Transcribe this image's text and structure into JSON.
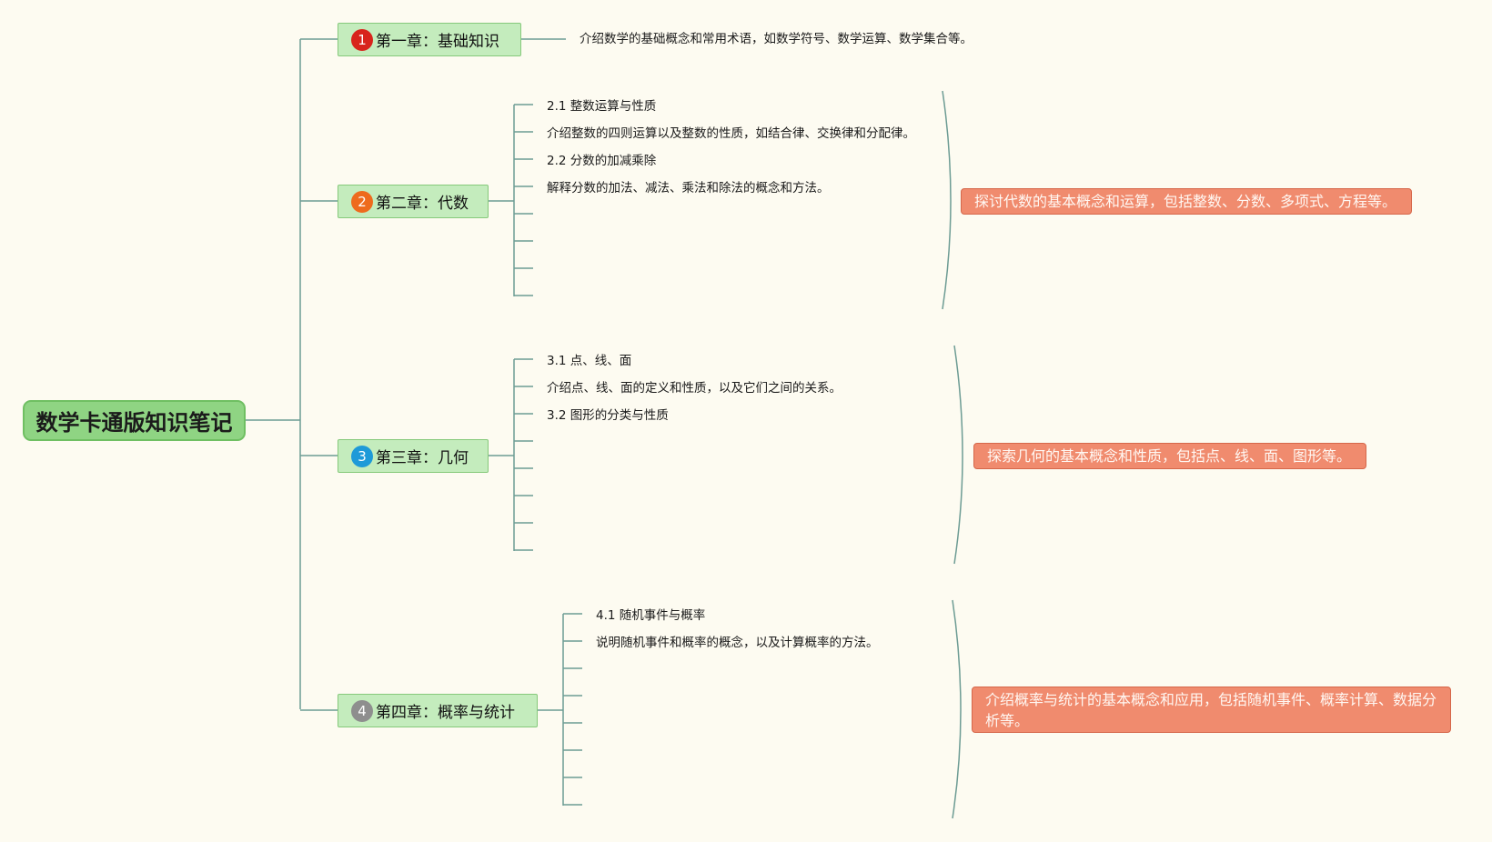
{
  "root": {
    "title": "数学卡通版知识笔记"
  },
  "colors": {
    "background": "#fdfbf1",
    "line": "#6d9c94",
    "root_fill": "#8fd483",
    "chapter_fill": "#c4ecbd",
    "summary_fill": "#f08b6e"
  },
  "chapters": [
    {
      "number": "1",
      "badge_color": "#d8241c",
      "title": "第一章：基础知识",
      "items": [
        "介绍数学的基础概念和常用术语，如数学符号、数学运算、数学集合等。"
      ]
    },
    {
      "number": "2",
      "badge_color": "#ee6b1d",
      "title": "第二章：代数",
      "items": [
        "2.1 整数运算与性质",
        "介绍整数的四则运算以及整数的性质，如结合律、交换律和分配律。",
        "2.2 分数的加减乘除",
        "解释分数的加法、减法、乘法和除法的概念和方法。",
        "",
        "",
        "",
        ""
      ],
      "summary": "探讨代数的基本概念和运算，包括整数、分数、多项式、方程等。"
    },
    {
      "number": "3",
      "badge_color": "#1e9ad8",
      "title": "第三章：几何",
      "items": [
        "3.1 点、线、面",
        "介绍点、线、面的定义和性质，以及它们之间的关系。",
        "3.2 图形的分类与性质",
        "",
        "",
        "",
        "",
        ""
      ],
      "summary": "探索几何的基本概念和性质，包括点、线、面、图形等。"
    },
    {
      "number": "4",
      "badge_color": "#8e8e8e",
      "title": "第四章：概率与统计",
      "items": [
        "4.1 随机事件与概率",
        "说明随机事件和概率的概念，以及计算概率的方法。",
        "",
        "",
        "",
        "",
        "",
        ""
      ],
      "summary": "介绍概率与统计的基本概念和应用，包括随机事件、概率计算、数据分析等。"
    }
  ]
}
